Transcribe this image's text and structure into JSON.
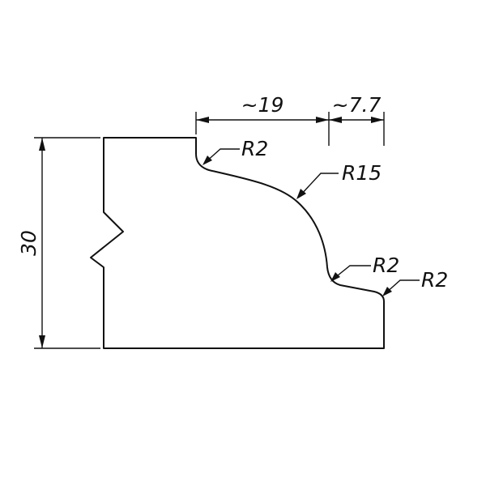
{
  "drawing": {
    "dimensions": {
      "width_main": "~19",
      "width_small": "~7.7",
      "height": "30"
    },
    "radii": {
      "top_left": "R2",
      "main_arc": "R15",
      "lower_inner": "R2",
      "lower_outer": "R2"
    }
  }
}
